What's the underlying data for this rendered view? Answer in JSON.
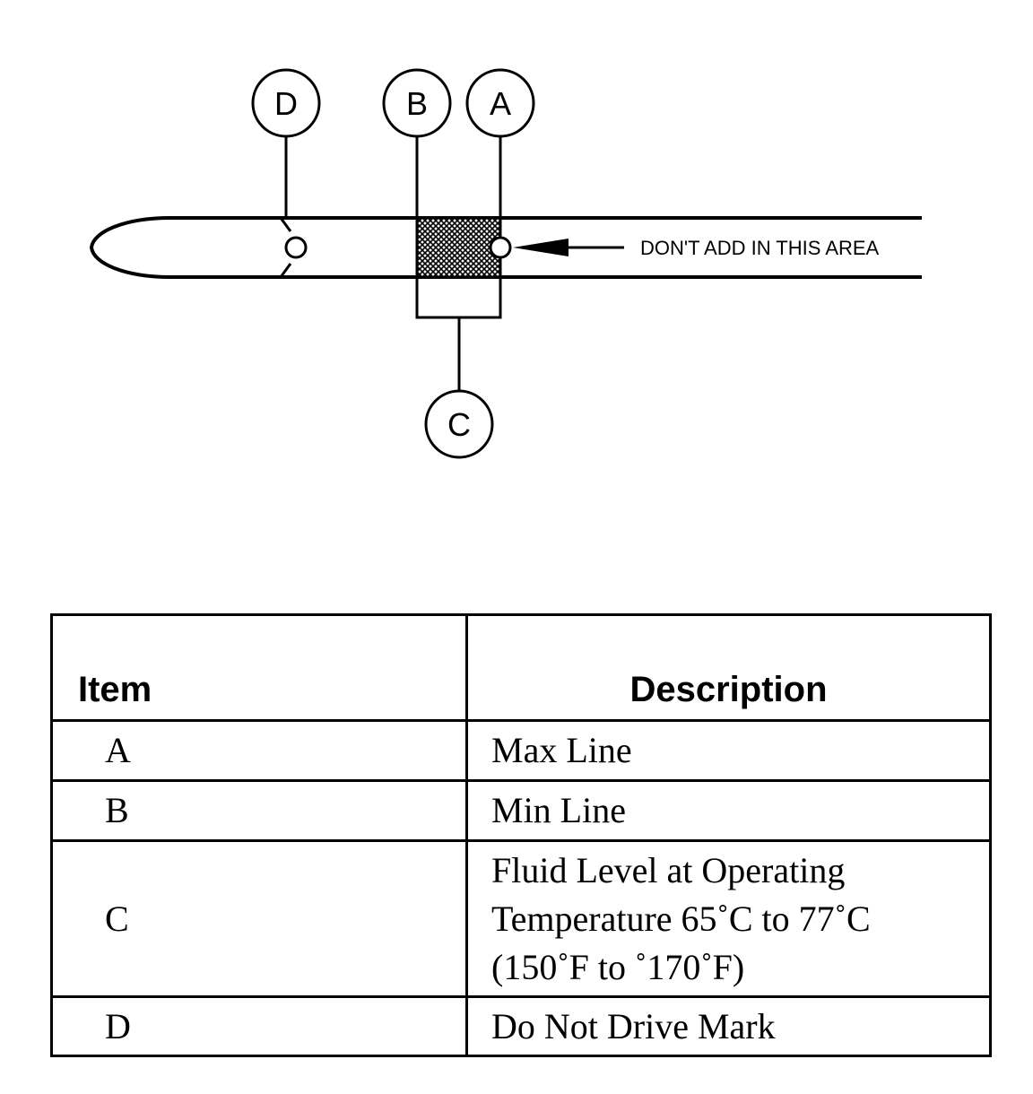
{
  "diagram": {
    "callouts": {
      "a": "A",
      "b": "B",
      "c": "C",
      "d": "D"
    },
    "warning_label": "DON'T ADD IN THIS AREA"
  },
  "legend": {
    "headers": {
      "item": "Item",
      "description": "Description"
    },
    "rows": [
      {
        "item": "A",
        "description": [
          "Max Line"
        ]
      },
      {
        "item": "B",
        "description": [
          "Min Line"
        ]
      },
      {
        "item": "C",
        "description": [
          "Fluid Level at Operating",
          "Temperature 65˚C to 77˚C",
          "(150˚F to ˚170˚F)"
        ]
      },
      {
        "item": "D",
        "description": [
          "Do Not Drive Mark"
        ]
      }
    ]
  }
}
